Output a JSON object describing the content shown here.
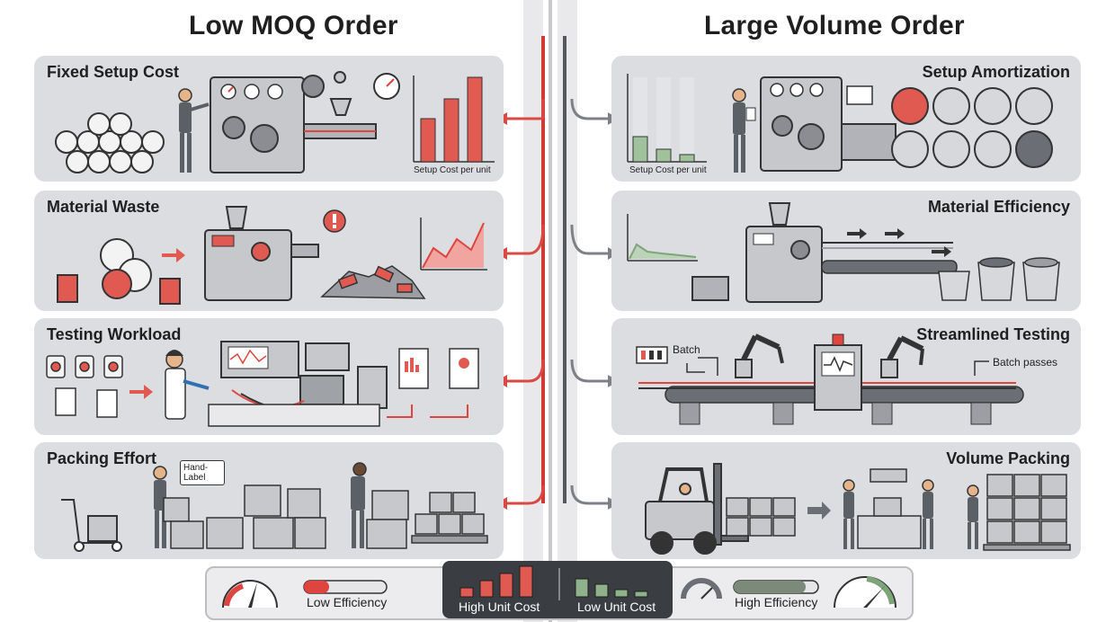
{
  "headings": {
    "left": "Low MOQ Order",
    "right": "Large Volume Order"
  },
  "left_panels": [
    {
      "title": "Fixed Setup Cost",
      "chart_label": "Setup Cost per unit"
    },
    {
      "title": "Material Waste"
    },
    {
      "title": "Testing Workload"
    },
    {
      "title": "Packing Effort",
      "tag": "Hand-Label"
    }
  ],
  "right_panels": [
    {
      "title": "Setup Amortization",
      "chart_label": "Setup Cost per unit"
    },
    {
      "title": "Material Efficiency"
    },
    {
      "title": "Streamlined Testing",
      "tag": "Batch",
      "note": "Batch passes"
    },
    {
      "title": "Volume Packing"
    }
  ],
  "footer": {
    "low_efficiency": "Low Efficiency",
    "high_unit_cost": "High Unit Cost",
    "low_unit_cost": "Low Unit Cost",
    "high_efficiency": "High Efficiency"
  },
  "colors": {
    "panel": "#dcdde1",
    "accent_red": "#e0443e",
    "accent_green": "#7ea57a",
    "dark": "#3a3d42"
  },
  "icons": [
    "machine-icon",
    "gear-icon",
    "gauge-icon",
    "worker-icon",
    "cable-reel-icon",
    "warning-icon",
    "document-icon",
    "forklift-icon",
    "robot-arm-icon",
    "box-icon"
  ]
}
